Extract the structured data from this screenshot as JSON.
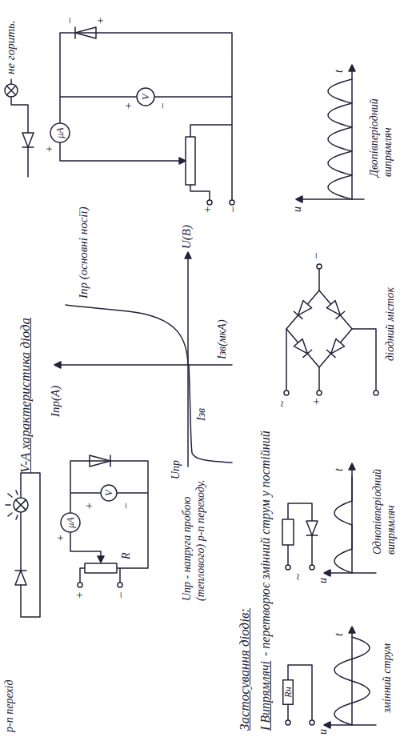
{
  "diagram": {
    "nodes": [
      {
        "text": [
          "μA"
        ]
      },
      {
        "text": [
          "V"
        ]
      },
      {
        "text": [
          "μA"
        ]
      },
      {
        "text": [
          "V"
        ]
      },
      {
        "text": [
          "Rн"
        ]
      }
    ],
    "labels": [
      "р-п перехід",
      "не горить.",
      "V-A характеристика діода",
      "+",
      "−",
      "R",
      "+",
      "+",
      "−",
      "Iпр(A)",
      "Iпр (основні носії)",
      "U(B)",
      "Uпр",
      "Iзв",
      "Iзв(мкА)",
      "Uпр - напруга пробою (теплового) p-n переходу.",
      "+",
      "−",
      "+",
      "+",
      "−",
      "−",
      "+",
      "Застосування діодів:",
      "I Випрямлячі",
      "- перетворює змінний струм у постійний",
      "u",
      "t",
      "змінний струм",
      "~",
      "u",
      "t",
      "Однопівперіодний випрямляч",
      "~",
      "+",
      "−",
      "діодний місток",
      "u",
      "t",
      "Двопівперіодний випрямляч"
    ]
  }
}
